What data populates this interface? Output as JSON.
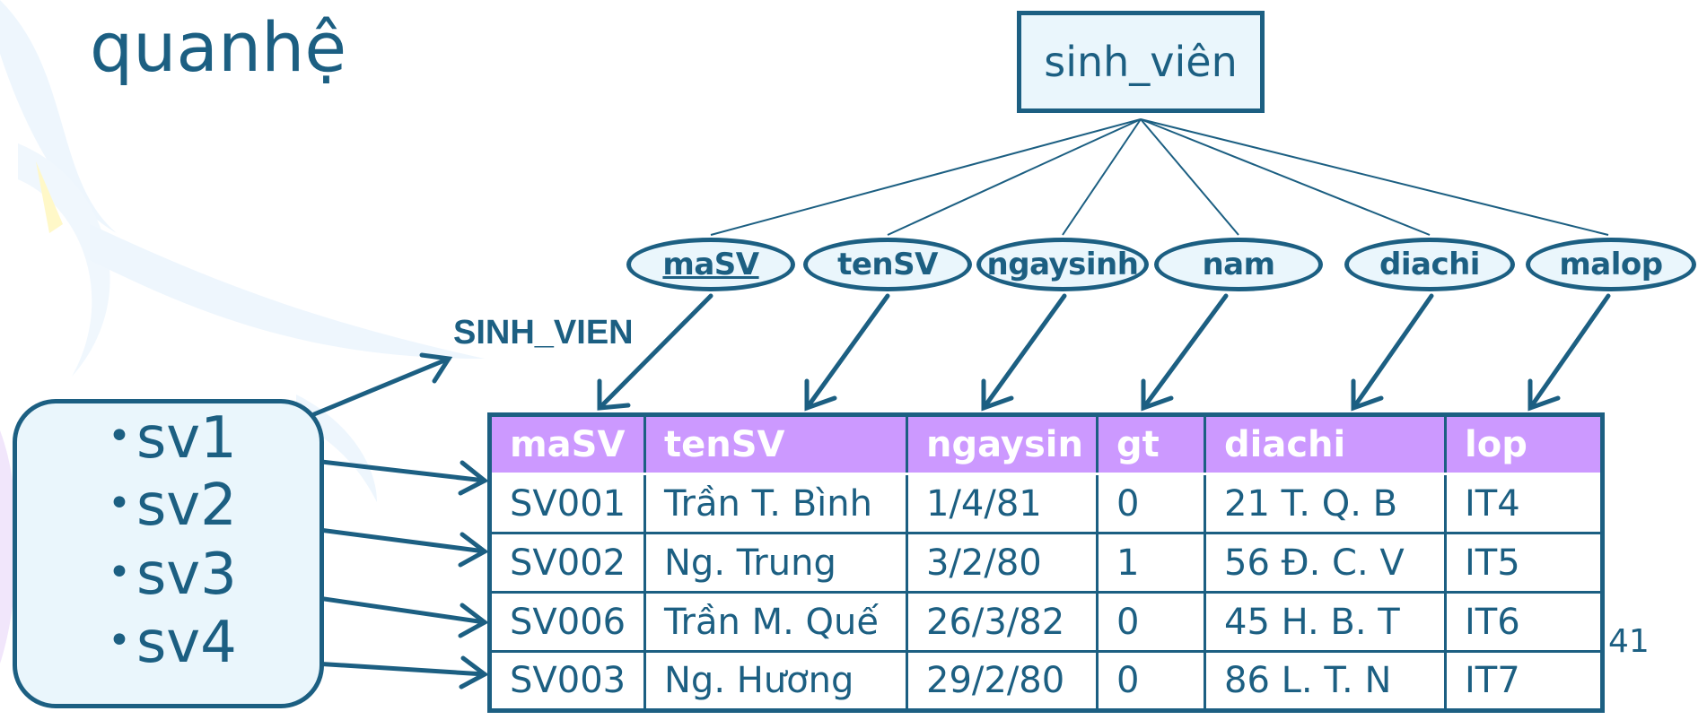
{
  "slide": {
    "title": "quanhệ",
    "page_number": "41"
  },
  "entity": {
    "name": "sinh_viên"
  },
  "attributes": [
    {
      "label": "maSV",
      "is_key": true
    },
    {
      "label": "tenSV",
      "is_key": false
    },
    {
      "label": "ngaysinh",
      "is_key": false
    },
    {
      "label": "nam",
      "is_key": false
    },
    {
      "label": "diachi",
      "is_key": false
    },
    {
      "label": "malop",
      "is_key": false
    }
  ],
  "relation": {
    "name": "SINH_VIEN"
  },
  "tuple_set": {
    "items": [
      "sv1",
      "sv2",
      "sv3",
      "sv4"
    ]
  },
  "table": {
    "headers": [
      "maSV",
      "tenSV",
      "ngaysin",
      "gt",
      "diachi",
      "lop"
    ],
    "rows": [
      [
        "SV001",
        "Trần T. Bình",
        "1/4/81",
        "0",
        "21 T. Q. B",
        "IT4"
      ],
      [
        "SV002",
        "Ng. Trung",
        "3/2/80",
        "1",
        "56 Đ. C. V",
        "IT5"
      ],
      [
        "SV006",
        "Trần M. Quế",
        "26/3/82",
        "0",
        "45 H. B. T",
        "IT6"
      ],
      [
        "SV003",
        "Ng. Hương",
        "29/2/80",
        "0",
        "86 L. T. N",
        "IT7"
      ]
    ]
  },
  "colors": {
    "primary": "#1c5f82",
    "header_bg": "#cc99ff",
    "node_fill": "#eaf6fc"
  }
}
